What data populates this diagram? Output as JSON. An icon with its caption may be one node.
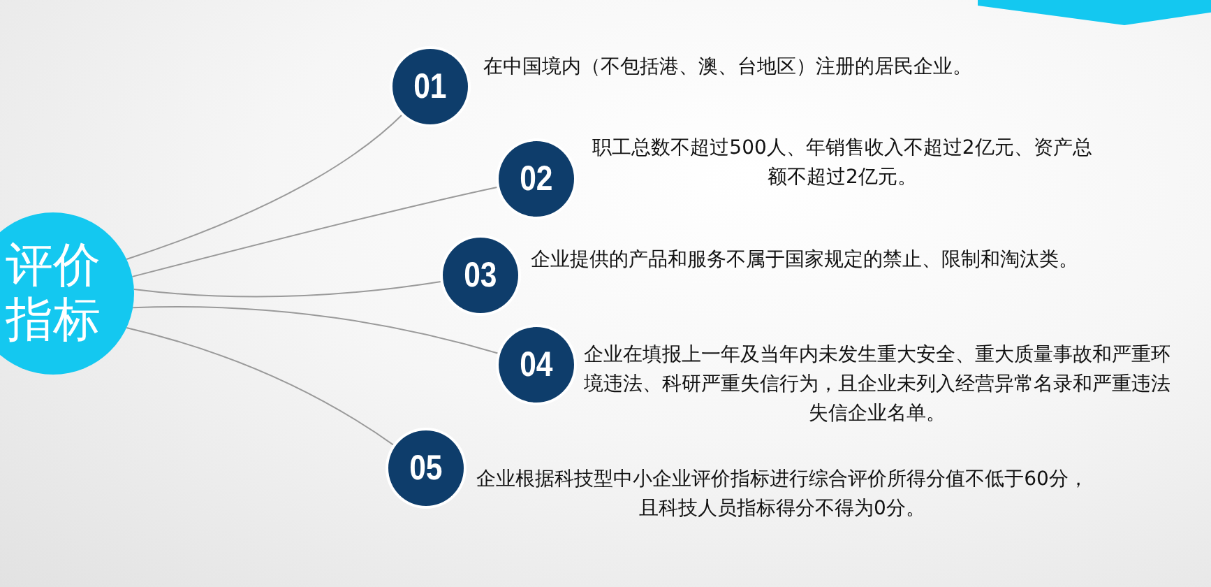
{
  "diagram": {
    "nodes": [
      {
        "text": [
          "评价指标"
        ]
      },
      {
        "text": [
          "01"
        ],
        "beside": [
          "在中国境内（不包括港、澳、台地区）注册的居民企业。"
        ]
      },
      {
        "text": [
          "02"
        ],
        "beside": [
          "职工总数不超过500人、年销售收入不超过2亿元、资产总额不超过2亿元。"
        ]
      },
      {
        "text": [
          "03"
        ],
        "beside": [
          "企业提供的产品和服务不属于国家规定的禁止、限制和淘汰类。"
        ]
      },
      {
        "text": [
          "04"
        ],
        "beside": [
          "企业在填报上一年及当年内未发生重大安全、重大质量事故和严重环境违法、科研严重失信行为，且企业未列入经营异常名录和严重违法失信企业名单。"
        ]
      },
      {
        "text": [
          "05"
        ],
        "beside": [
          "企业根据科技型中小企业评价指标进行综合评价所得分值不低于60分，且科技人员指标得分不得为0分。"
        ]
      }
    ],
    "edges": [
      {
        "from": 0,
        "to": 1,
        "arrow": "none"
      },
      {
        "from": 0,
        "to": 2,
        "arrow": "none"
      },
      {
        "from": 0,
        "to": 3,
        "arrow": "none"
      },
      {
        "from": 0,
        "to": 4,
        "arrow": "none"
      },
      {
        "from": 0,
        "to": 5,
        "arrow": "none"
      }
    ]
  }
}
